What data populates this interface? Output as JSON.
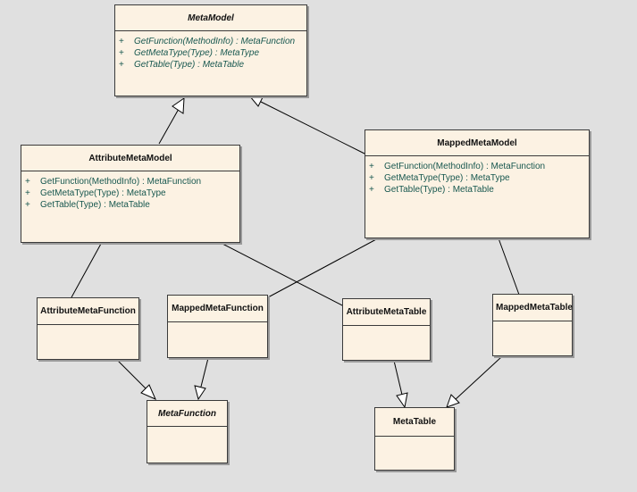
{
  "classes": {
    "meta_model": {
      "name": "MetaModel",
      "operations": [
        {
          "visibility": "+",
          "signature": "GetFunction(MethodInfo) : MetaFunction"
        },
        {
          "visibility": "+",
          "signature": "GetMetaType(Type) : MetaType"
        },
        {
          "visibility": "+",
          "signature": "GetTable(Type) : MetaTable"
        }
      ]
    },
    "attribute_meta_model": {
      "name": "AttributeMetaModel",
      "operations": [
        {
          "visibility": "+",
          "signature": "GetFunction(MethodInfo) : MetaFunction"
        },
        {
          "visibility": "+",
          "signature": "GetMetaType(Type) : MetaType"
        },
        {
          "visibility": "+",
          "signature": "GetTable(Type) : MetaTable"
        }
      ]
    },
    "mapped_meta_model": {
      "name": "MappedMetaModel",
      "operations": [
        {
          "visibility": "+",
          "signature": "GetFunction(MethodInfo) : MetaFunction"
        },
        {
          "visibility": "+",
          "signature": "GetMetaType(Type) : MetaType"
        },
        {
          "visibility": "+",
          "signature": "GetTable(Type) : MetaTable"
        }
      ]
    },
    "attribute_meta_function": {
      "name": "AttributeMetaFunction"
    },
    "mapped_meta_function": {
      "name": "MappedMetaFunction"
    },
    "attribute_meta_table": {
      "name": "AttributeMetaTable"
    },
    "mapped_meta_table": {
      "name": "MappedMetaTable"
    },
    "meta_function": {
      "name": "MetaFunction"
    },
    "meta_table": {
      "name": "MetaTable"
    }
  }
}
